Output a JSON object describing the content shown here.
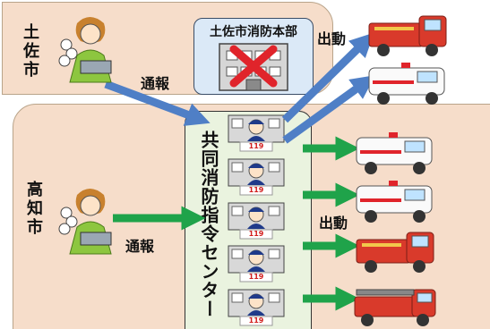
{
  "tosa_region": {
    "city_label": "土佐市",
    "hq_label": "土佐市消防本部",
    "report_label": "通報",
    "dispatch_label": "出動"
  },
  "kochi_region": {
    "city_label": "高知市",
    "report_label": "通報",
    "dispatch_label": "出動"
  },
  "center": {
    "title": "共同消防指令センター",
    "operator_count": 5,
    "dial_number": "119"
  },
  "vehicles": {
    "tosa": [
      "fire-engine",
      "ambulance"
    ],
    "kochi": [
      "ambulance",
      "ambulance",
      "fire-engine",
      "ladder-truck"
    ]
  },
  "colors": {
    "panel_fill": "#f6ddca",
    "center_fill": "#eaf3df",
    "hq_fill": "#dbe9f7",
    "arrow_blue": "#4f7fc6",
    "arrow_green": "#1fa34a",
    "cross_red": "#e0242b"
  }
}
